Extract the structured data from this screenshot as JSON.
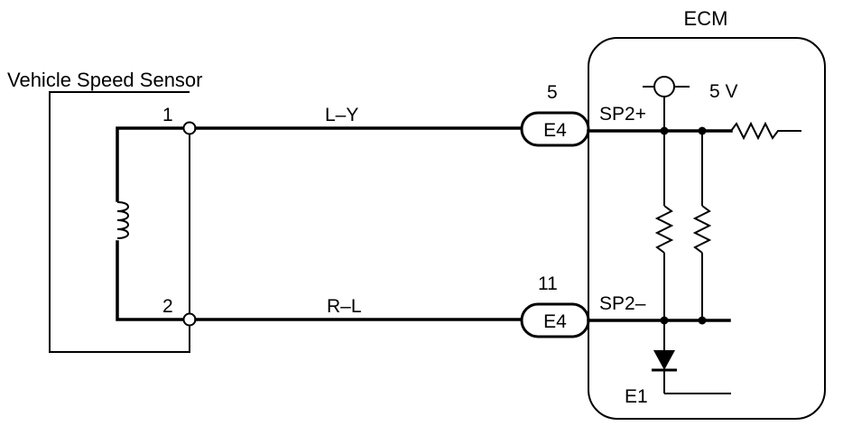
{
  "sensor": {
    "title": "Vehicle Speed Sensor",
    "pin1": "1",
    "pin2": "2"
  },
  "wires": {
    "top_color": "L–Y",
    "bottom_color": "R–L"
  },
  "connectors": {
    "top": {
      "pin": "5",
      "name": "E4"
    },
    "bottom": {
      "pin": "11",
      "name": "E4"
    }
  },
  "ecm": {
    "title": "ECM",
    "terminal_plus": "SP2+",
    "terminal_minus": "SP2–",
    "supply": "5 V",
    "ground": "E1"
  }
}
